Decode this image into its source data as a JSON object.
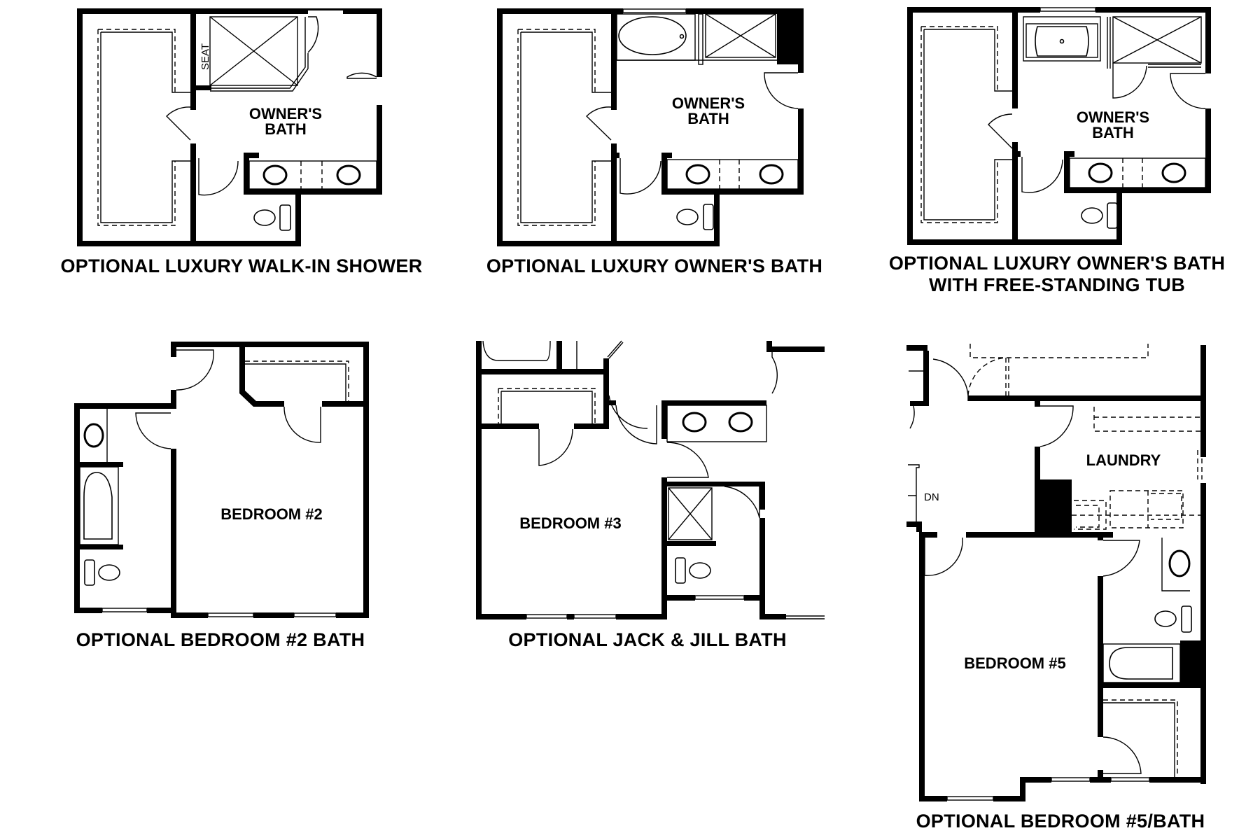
{
  "plans": [
    {
      "id": "walk-in-shower",
      "caption": "OPTIONAL LUXURY WALK-IN SHOWER",
      "rooms": [
        {
          "label_line1": "OWNER'S",
          "label_line2": "BATH"
        }
      ],
      "annotations": [
        "SEAT"
      ]
    },
    {
      "id": "luxury-owners-bath",
      "caption": "OPTIONAL LUXURY OWNER'S BATH",
      "rooms": [
        {
          "label_line1": "OWNER'S",
          "label_line2": "BATH"
        }
      ]
    },
    {
      "id": "free-standing-tub",
      "caption_line1": "OPTIONAL LUXURY OWNER'S BATH",
      "caption_line2": "WITH FREE-STANDING TUB",
      "rooms": [
        {
          "label_line1": "OWNER'S",
          "label_line2": "BATH"
        }
      ]
    },
    {
      "id": "bedroom-2-bath",
      "caption": "OPTIONAL BEDROOM #2 BATH",
      "rooms": [
        {
          "label": "BEDROOM #2"
        }
      ]
    },
    {
      "id": "jack-jill-bath",
      "caption": "OPTIONAL JACK & JILL BATH",
      "rooms": [
        {
          "label": "BEDROOM #3"
        }
      ]
    },
    {
      "id": "bedroom-5-bath",
      "caption": "OPTIONAL BEDROOM #5/BATH",
      "rooms": [
        {
          "label": "BEDROOM #5"
        },
        {
          "label": "LAUNDRY"
        }
      ],
      "annotations": [
        "DN"
      ]
    }
  ],
  "colors": {
    "wall": "#000000",
    "background": "#ffffff"
  }
}
